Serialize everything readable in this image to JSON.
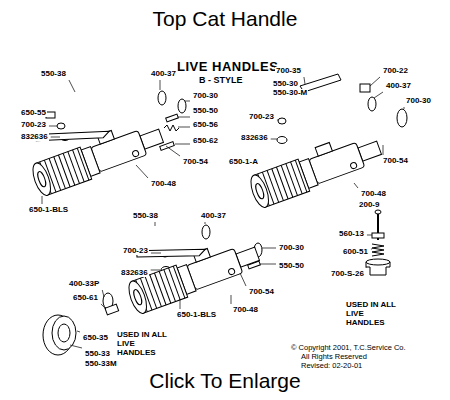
{
  "diagram": {
    "title": "Top Cat Handle",
    "caption": "Click To Enlarge",
    "labels": [
      "LIVE HANDLES",
      "B - STYLE",
      "550-38",
      "400-37",
      "700-35",
      "700-22",
      "550-30",
      "550-30-M",
      "400-37",
      "700-30",
      "700-30",
      "550-50",
      "650-55",
      "700-23",
      "650-56",
      "700-23",
      "832636",
      "650-62",
      "832636",
      "650-1-A",
      "700-54",
      "700-54",
      "700-48",
      "700-48",
      "650-1-BLS",
      "550-38",
      "400-37",
      "200-9",
      "700-23",
      "700-30",
      "560-13",
      "832636",
      "550-50",
      "600-51",
      "700-S-26",
      "700-54",
      "400-33P",
      "650-61",
      "USED IN ALL LIVE HANDLES",
      "650-1-BLS",
      "700-48",
      "650-35",
      "USED IN ALL LIVE HANDLES",
      "550-33",
      "550-33M",
      "© Copyright 2001, T.C.Service Co.",
      "All Rights Reserved",
      "Revised: 02-20-01"
    ]
  }
}
